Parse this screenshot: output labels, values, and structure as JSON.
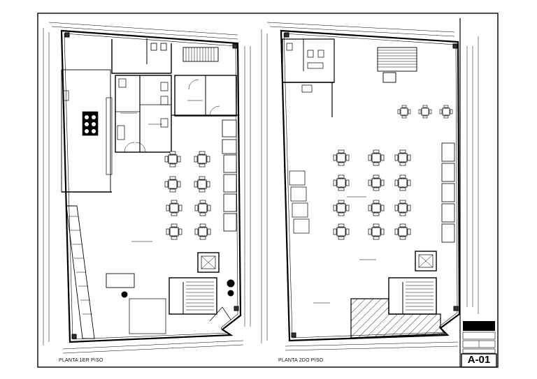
{
  "drawing": {
    "plan_1_label": "PLANTA 1ER PISO",
    "plan_2_label": "PLANTA 2DO PISO",
    "sheet_number": "A-01"
  }
}
